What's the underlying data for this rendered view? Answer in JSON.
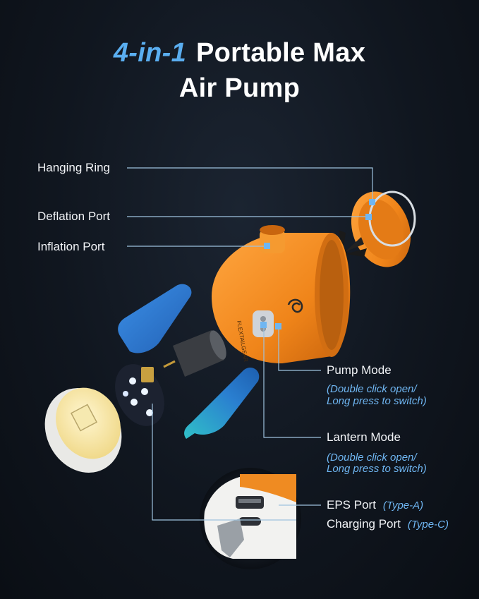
{
  "title": {
    "accent": "4-in-1",
    "line1_rest": "Portable Max",
    "line2": "Air Pump"
  },
  "brand": "FLEXTAILGEAR",
  "callouts": {
    "hanging_ring": "Hanging Ring",
    "deflation_port": "Deflation Port",
    "inflation_port": "Inflation Port",
    "pump_mode": {
      "label": "Pump Mode",
      "note_line1": "(Double click open/",
      "note_line2": "Long press to switch)"
    },
    "lantern_mode": {
      "label": "Lantern Mode",
      "note_line1": "(Double click open/",
      "note_line2": "Long press to switch)"
    },
    "eps_port": {
      "label": "EPS Port",
      "type": "(Type-A)"
    },
    "charging_port": {
      "label": "Charging Port",
      "type": "(Type-C)"
    }
  },
  "colors": {
    "background": "#10161f",
    "accent_blue": "#5aaef0",
    "leader_line": "#8fb8d8",
    "body_orange": "#f08a1e",
    "battery_blue": "#2f7fd6",
    "lamp_white": "#f1f1ee"
  }
}
